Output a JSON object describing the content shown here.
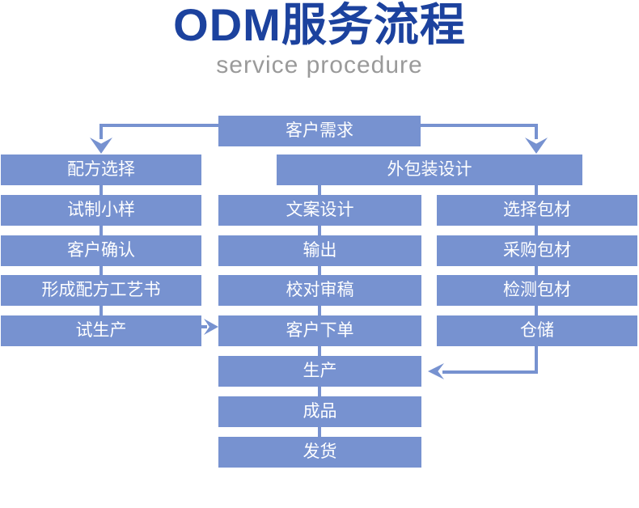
{
  "title": "ODM服务流程",
  "subtitle": "service procedure",
  "colors": {
    "title_text": "#1c429e",
    "subtitle_text": "#9a9a9a",
    "box_fill": "#7792d0",
    "box_text": "#ffffff",
    "background": "#ffffff"
  },
  "flow": {
    "top": "客户需求",
    "packaging_header": "外包装设计",
    "left_column": [
      "配方选择",
      "试制小样",
      "客户确认",
      "形成配方工艺书",
      "试生产"
    ],
    "middle_column": [
      "文案设计",
      "输出",
      "校对审稿",
      "客户下单",
      "生产",
      "成品",
      "发货"
    ],
    "right_column": [
      "选择包材",
      "采购包材",
      "检测包材",
      "仓储"
    ]
  }
}
